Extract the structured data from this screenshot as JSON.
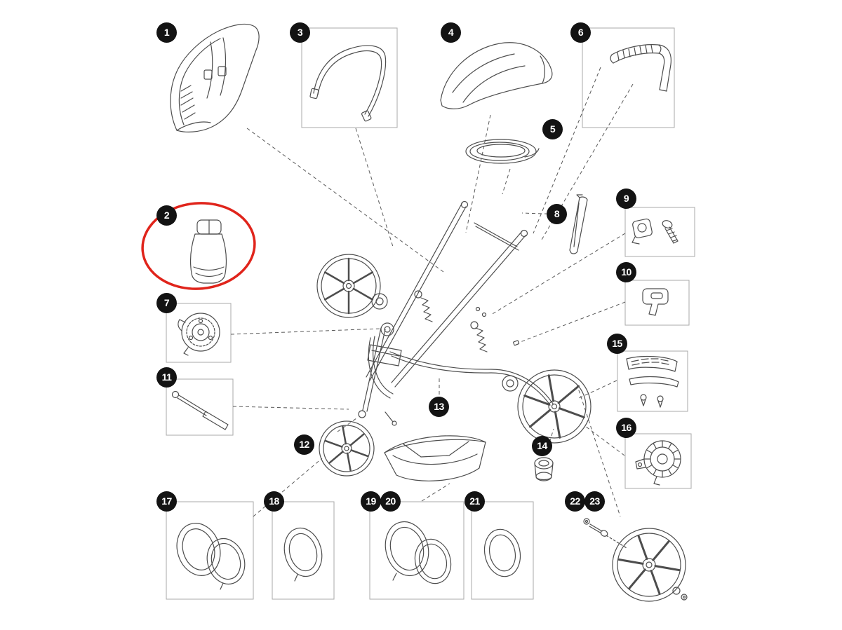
{
  "diagram": {
    "type": "stroller-exploded-parts-diagram",
    "background": "#ffffff",
    "badge_color": "#131313",
    "badge_text_color": "#ffffff",
    "line_color": "#4d4d4d",
    "box_color": "#a8a8a8",
    "connector_style": "dashed",
    "highlight": {
      "part_number": "2",
      "color": "#e0241b"
    }
  },
  "parts": [
    {
      "number": "1"
    },
    {
      "number": "2"
    },
    {
      "number": "3"
    },
    {
      "number": "4"
    },
    {
      "number": "5"
    },
    {
      "number": "6"
    },
    {
      "number": "7"
    },
    {
      "number": "8"
    },
    {
      "number": "9"
    },
    {
      "number": "10"
    },
    {
      "number": "11"
    },
    {
      "number": "12"
    },
    {
      "number": "13"
    },
    {
      "number": "14"
    },
    {
      "number": "15"
    },
    {
      "number": "16"
    },
    {
      "number": "17"
    },
    {
      "number": "18"
    },
    {
      "number": "19"
    },
    {
      "number": "20"
    },
    {
      "number": "21"
    },
    {
      "number": "22"
    },
    {
      "number": "23"
    }
  ]
}
